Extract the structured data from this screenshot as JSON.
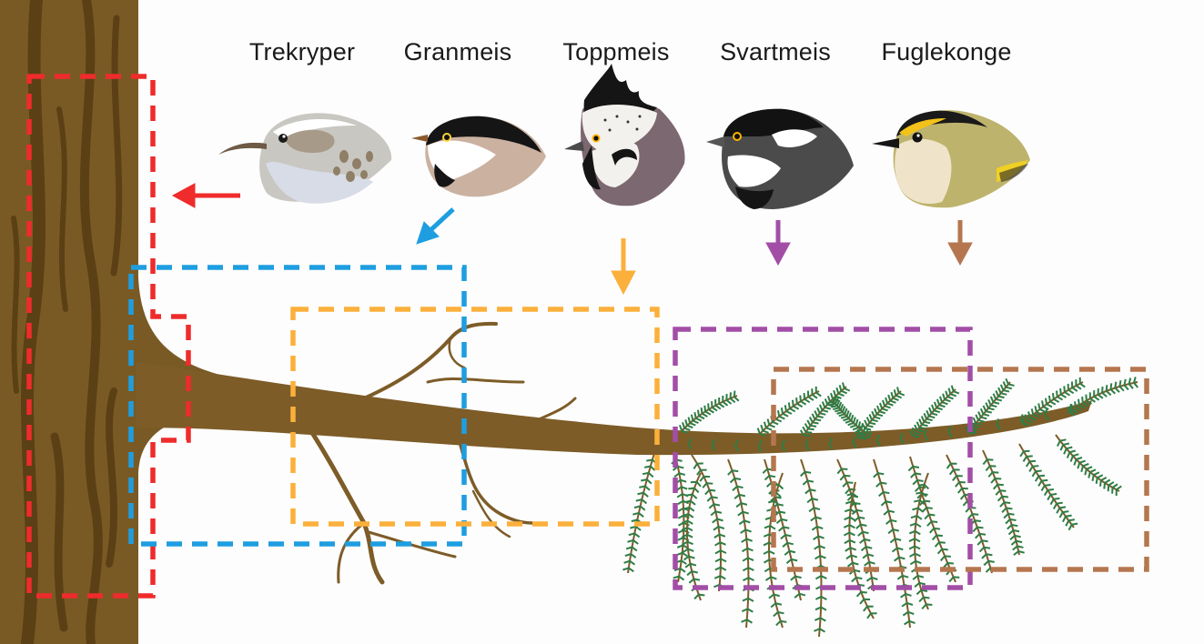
{
  "birds": [
    {
      "id": "trekryper",
      "label": "Trekryper",
      "color": "#ef2b2b",
      "icon": "treecreeper-head-icon"
    },
    {
      "id": "granmeis",
      "label": "Granmeis",
      "color": "#1e9ee0",
      "icon": "willow-tit-head-icon"
    },
    {
      "id": "toppmeis",
      "label": "Toppmeis",
      "color": "#fbb03b",
      "icon": "crested-tit-head-icon"
    },
    {
      "id": "svartmeis",
      "label": "Svartmeis",
      "color": "#a24ea6",
      "icon": "coal-tit-head-icon"
    },
    {
      "id": "fuglekonge",
      "label": "Fuglekonge",
      "color": "#b5764f",
      "icon": "goldcrest-head-icon"
    }
  ],
  "colors": {
    "bark": "#7a5a24",
    "bark_dark": "#5b4015",
    "branch": "#7d5c28",
    "needles": "#2e7d46"
  }
}
